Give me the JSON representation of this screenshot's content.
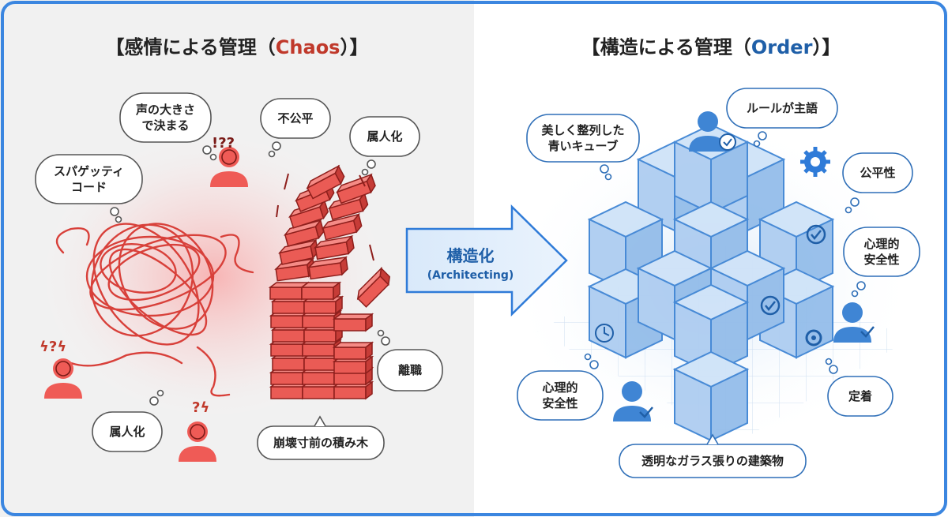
{
  "left": {
    "title_prefix": "【感情による管理（",
    "title_accent": "Chaos",
    "title_suffix": "）】",
    "bubbles": {
      "voice": "声の大きさ\nで決まる",
      "unfair": "不公平",
      "zokujinka_top": "属人化",
      "spaghetti": "スパゲッティ\nコード",
      "rishoku": "離職",
      "zokujinka_bottom": "属人化",
      "blocks_caption": "崩壊寸前の積み木"
    },
    "accent_color": "#c0392b"
  },
  "arrow": {
    "label": "構造化",
    "sublabel": "(Architecting)",
    "color": "#1f5fa8"
  },
  "right": {
    "title_prefix": "【構造による管理（",
    "title_accent": "Order",
    "title_suffix": "）】",
    "bubbles": {
      "beautiful": "美しく整列した\n青いキューブ",
      "rules": "ルールが主語",
      "fairness": "公平性",
      "safety_right": "心理的\n安全性",
      "safety_left": "心理的\n安全性",
      "teichaku": "定着",
      "building_caption": "透明なガラス張りの建築物"
    },
    "accent_color": "#1f5fa8"
  },
  "icons": [
    "question-icon",
    "exclamation-icon",
    "lightning-icon",
    "sad-face-icon",
    "smile-face-icon",
    "check-icon",
    "gear-icon",
    "wall-clock-icon"
  ]
}
